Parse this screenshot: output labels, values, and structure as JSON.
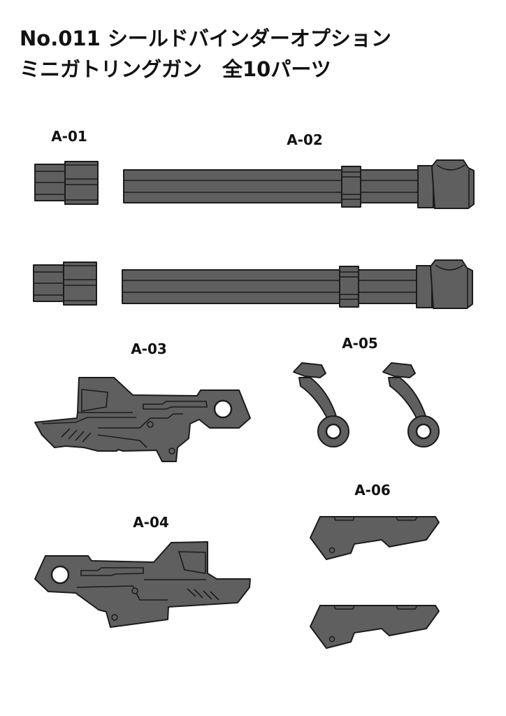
{
  "header": {
    "title_line1": "No.011 シールドバインダーオプション",
    "title_line2": "ミニガトリングガン　全10パーツ"
  },
  "parts": [
    {
      "id": "A-01",
      "label": "A-01",
      "count": 2,
      "description": "barrel cap"
    },
    {
      "id": "A-02",
      "label": "A-02",
      "count": 2,
      "description": "gatling barrel"
    },
    {
      "id": "A-03",
      "label": "A-03",
      "count": 1,
      "description": "gun body (right-facing)"
    },
    {
      "id": "A-04",
      "label": "A-04",
      "count": 1,
      "description": "gun body (left-facing)"
    },
    {
      "id": "A-05",
      "label": "A-05",
      "count": 2,
      "description": "grip arm with ring"
    },
    {
      "id": "A-06",
      "label": "A-06",
      "count": 2,
      "description": "side panel"
    }
  ],
  "colors": {
    "part_fill": "#5f5f5f",
    "outline": "#1c1c1c",
    "background": "#ffffff"
  }
}
